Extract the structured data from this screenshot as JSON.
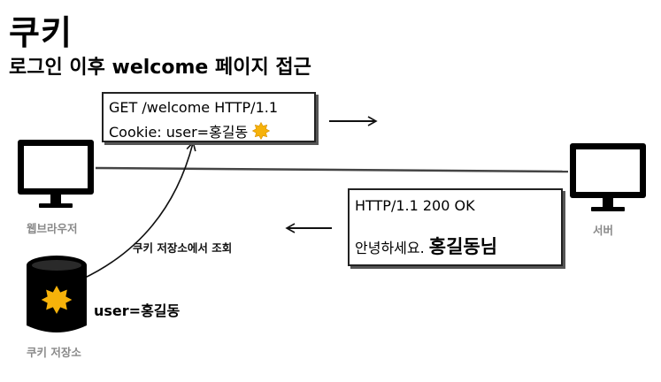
{
  "title": "쿠키",
  "subtitle": "로그인 이후 welcome 페이지 접근",
  "request": {
    "line1": "GET /welcome HTTP/1.1",
    "line2": "Cookie: user=홍길동"
  },
  "response": {
    "status": "HTTP/1.1 200 OK",
    "greeting": "안녕하세요.",
    "name": "홍길동님"
  },
  "browser": {
    "label": "웹브라우저"
  },
  "server": {
    "label": "서버"
  },
  "cookie_store": {
    "label": "쿠키 저장소",
    "value": "user=홍길동",
    "lookup": "쿠키 저장소에서 조회"
  },
  "colors": {
    "cookie": "#f6b20a",
    "monitor": "#000000"
  },
  "icons": [
    "monitor-icon",
    "database-icon",
    "cookie-icon"
  ]
}
